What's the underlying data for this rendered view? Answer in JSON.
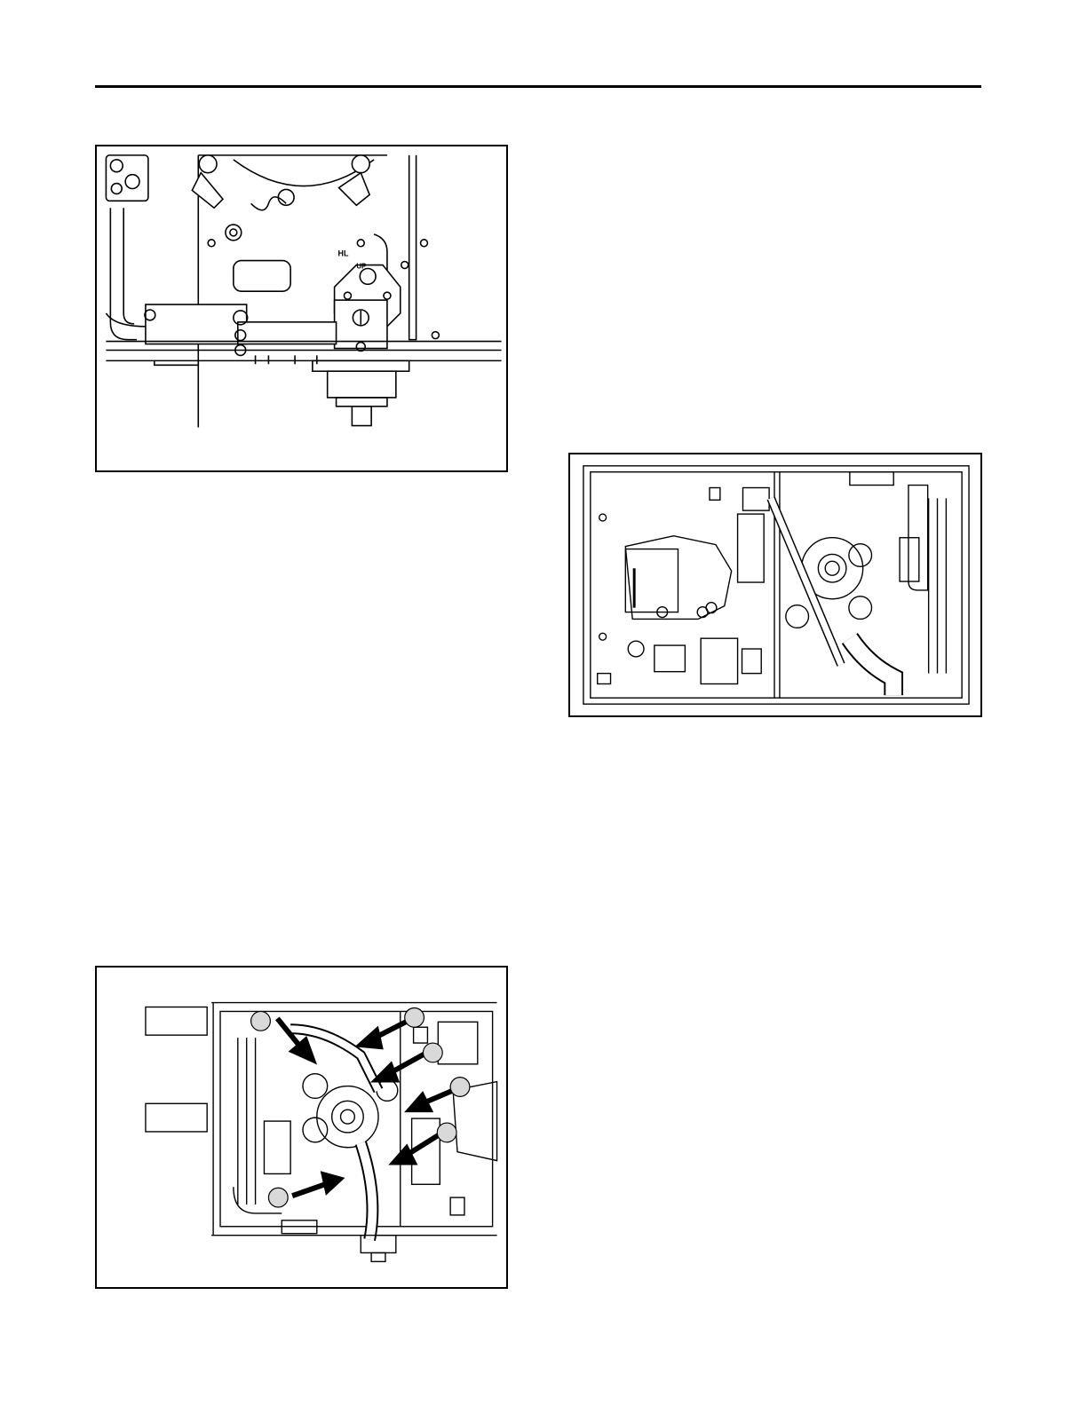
{
  "page": {
    "rule": true
  },
  "figures": [
    {
      "id": "figure-1",
      "labels": {
        "hl": "HL",
        "up": "UP"
      }
    },
    {
      "id": "figure-2",
      "labels": {}
    },
    {
      "id": "figure-3",
      "labels": {}
    }
  ]
}
